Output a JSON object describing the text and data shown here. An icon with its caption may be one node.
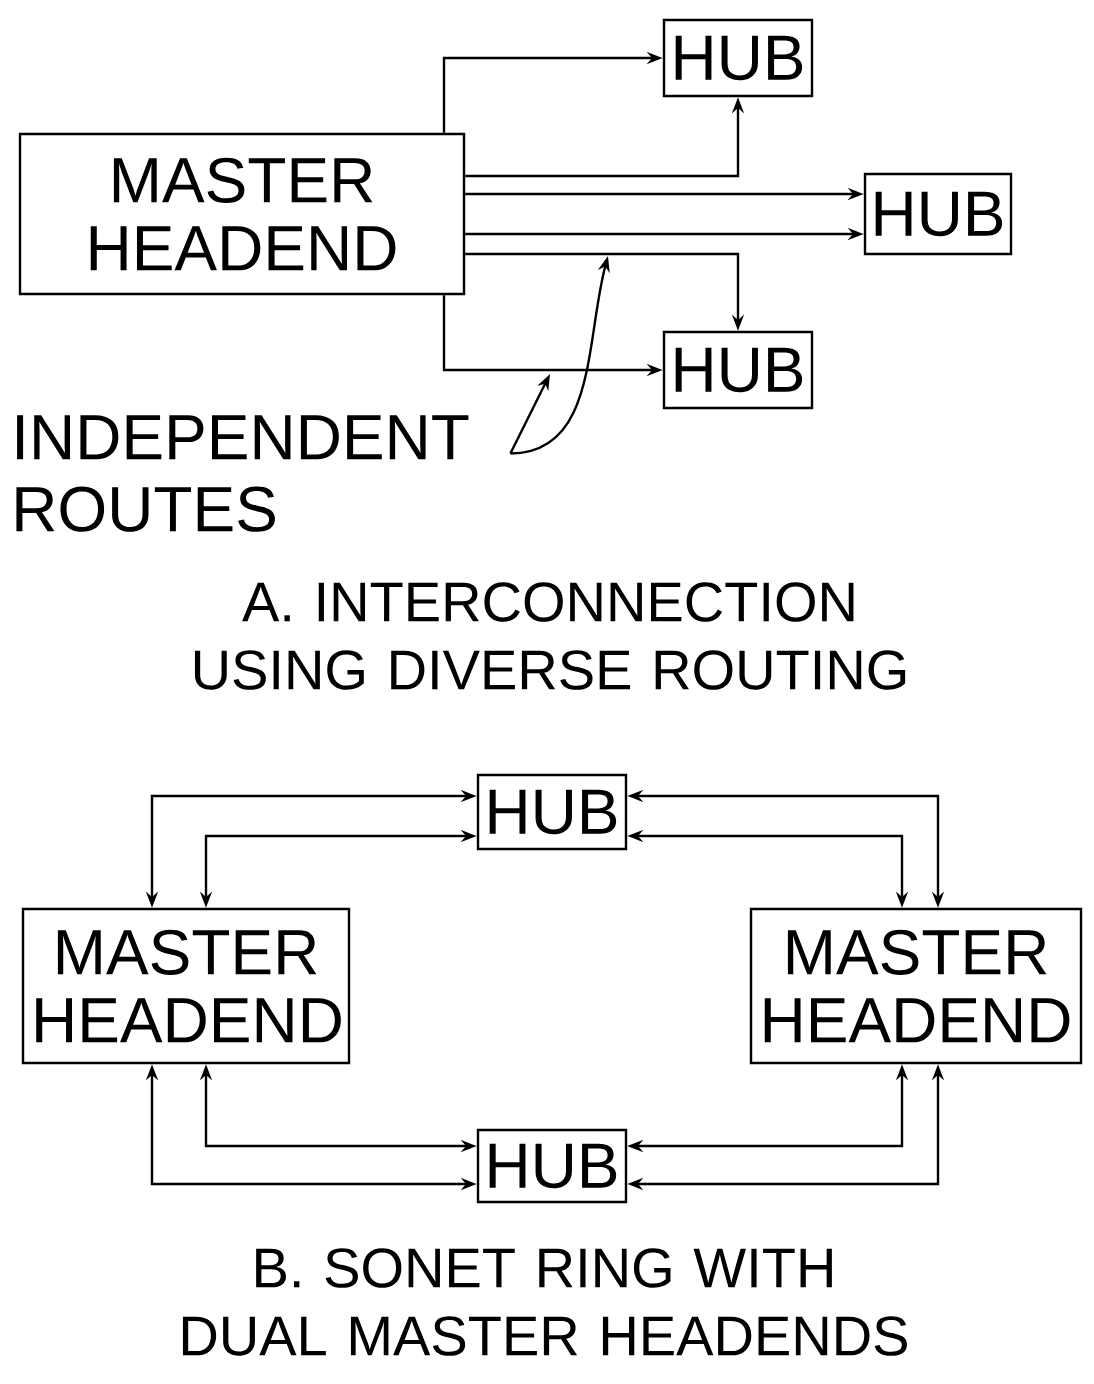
{
  "diagram": {
    "nodes": [
      {
        "text": [
          "MASTER HEADEND"
        ]
      },
      {
        "text": [
          "HUB"
        ]
      },
      {
        "text": [
          "HUB"
        ]
      },
      {
        "text": [
          "HUB"
        ]
      },
      {
        "text": [
          "INDEPENDENT ROUTES"
        ]
      },
      {
        "text": [
          "HUB"
        ]
      },
      {
        "text": [
          "MASTER HEADEND"
        ]
      },
      {
        "text": [
          "MASTER HEADEND"
        ]
      },
      {
        "text": [
          "HUB"
        ]
      }
    ],
    "edges": [
      {
        "from": 0,
        "to": 1,
        "arrow": "to"
      },
      {
        "from": 0,
        "to": 1,
        "arrow": "to"
      },
      {
        "from": 0,
        "to": 2,
        "arrow": "to"
      },
      {
        "from": 0,
        "to": 2,
        "arrow": "to"
      },
      {
        "from": 0,
        "to": 3,
        "arrow": "to"
      },
      {
        "from": 0,
        "to": 3,
        "arrow": "to"
      },
      {
        "from": 4,
        "to": null,
        "arrow": "to"
      },
      {
        "from": 4,
        "to": null,
        "arrow": "to"
      },
      {
        "from": 5,
        "to": 6,
        "arrow": "both"
      },
      {
        "from": 6,
        "to": 5,
        "arrow": "both"
      },
      {
        "from": 7,
        "to": 5,
        "arrow": "both"
      },
      {
        "from": 5,
        "to": 7,
        "arrow": "both"
      },
      {
        "from": 6,
        "to": 8,
        "arrow": "both"
      },
      {
        "from": 8,
        "to": 6,
        "arrow": "both"
      },
      {
        "from": 7,
        "to": 8,
        "arrow": "both"
      },
      {
        "from": 8,
        "to": 7,
        "arrow": "both"
      }
    ],
    "labels": [
      "A. INTERCONNECTION USING DIVERSE ROUTING",
      "B. SONET RING WITH DUAL MASTER HEADENDS"
    ]
  }
}
